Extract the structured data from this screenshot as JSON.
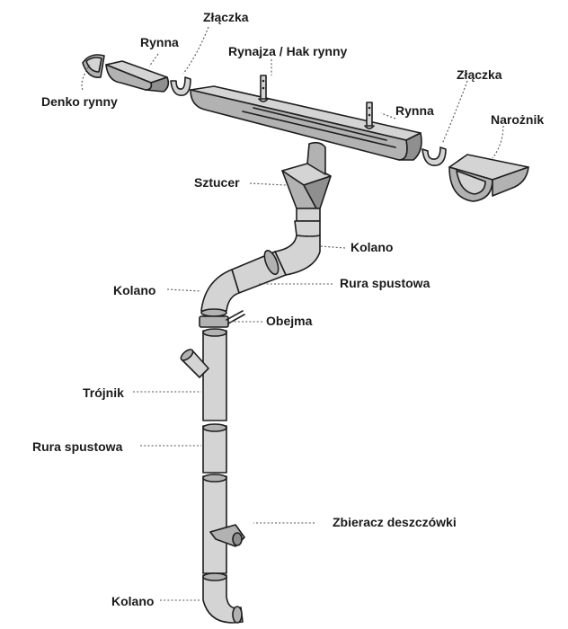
{
  "labels": {
    "denko_rynny": "Denko rynny",
    "rynna_left": "Rynna",
    "zlaczka_left": "Złączka",
    "rynajza": "Rynajza / Hak rynny",
    "rynna_right": "Rynna",
    "zlaczka_right": "Złączka",
    "naroznik": "Narożnik",
    "sztucer": "Sztucer",
    "kolano_upper": "Kolano",
    "kolano_left": "Kolano",
    "rura_spustowa_upper": "Rura spustowa",
    "obejma": "Obejma",
    "trojnik": "Trójnik",
    "rura_spustowa_left": "Rura spustowa",
    "zbieracz": "Zbieracz deszczówki",
    "kolano_bottom": "Kolano"
  }
}
